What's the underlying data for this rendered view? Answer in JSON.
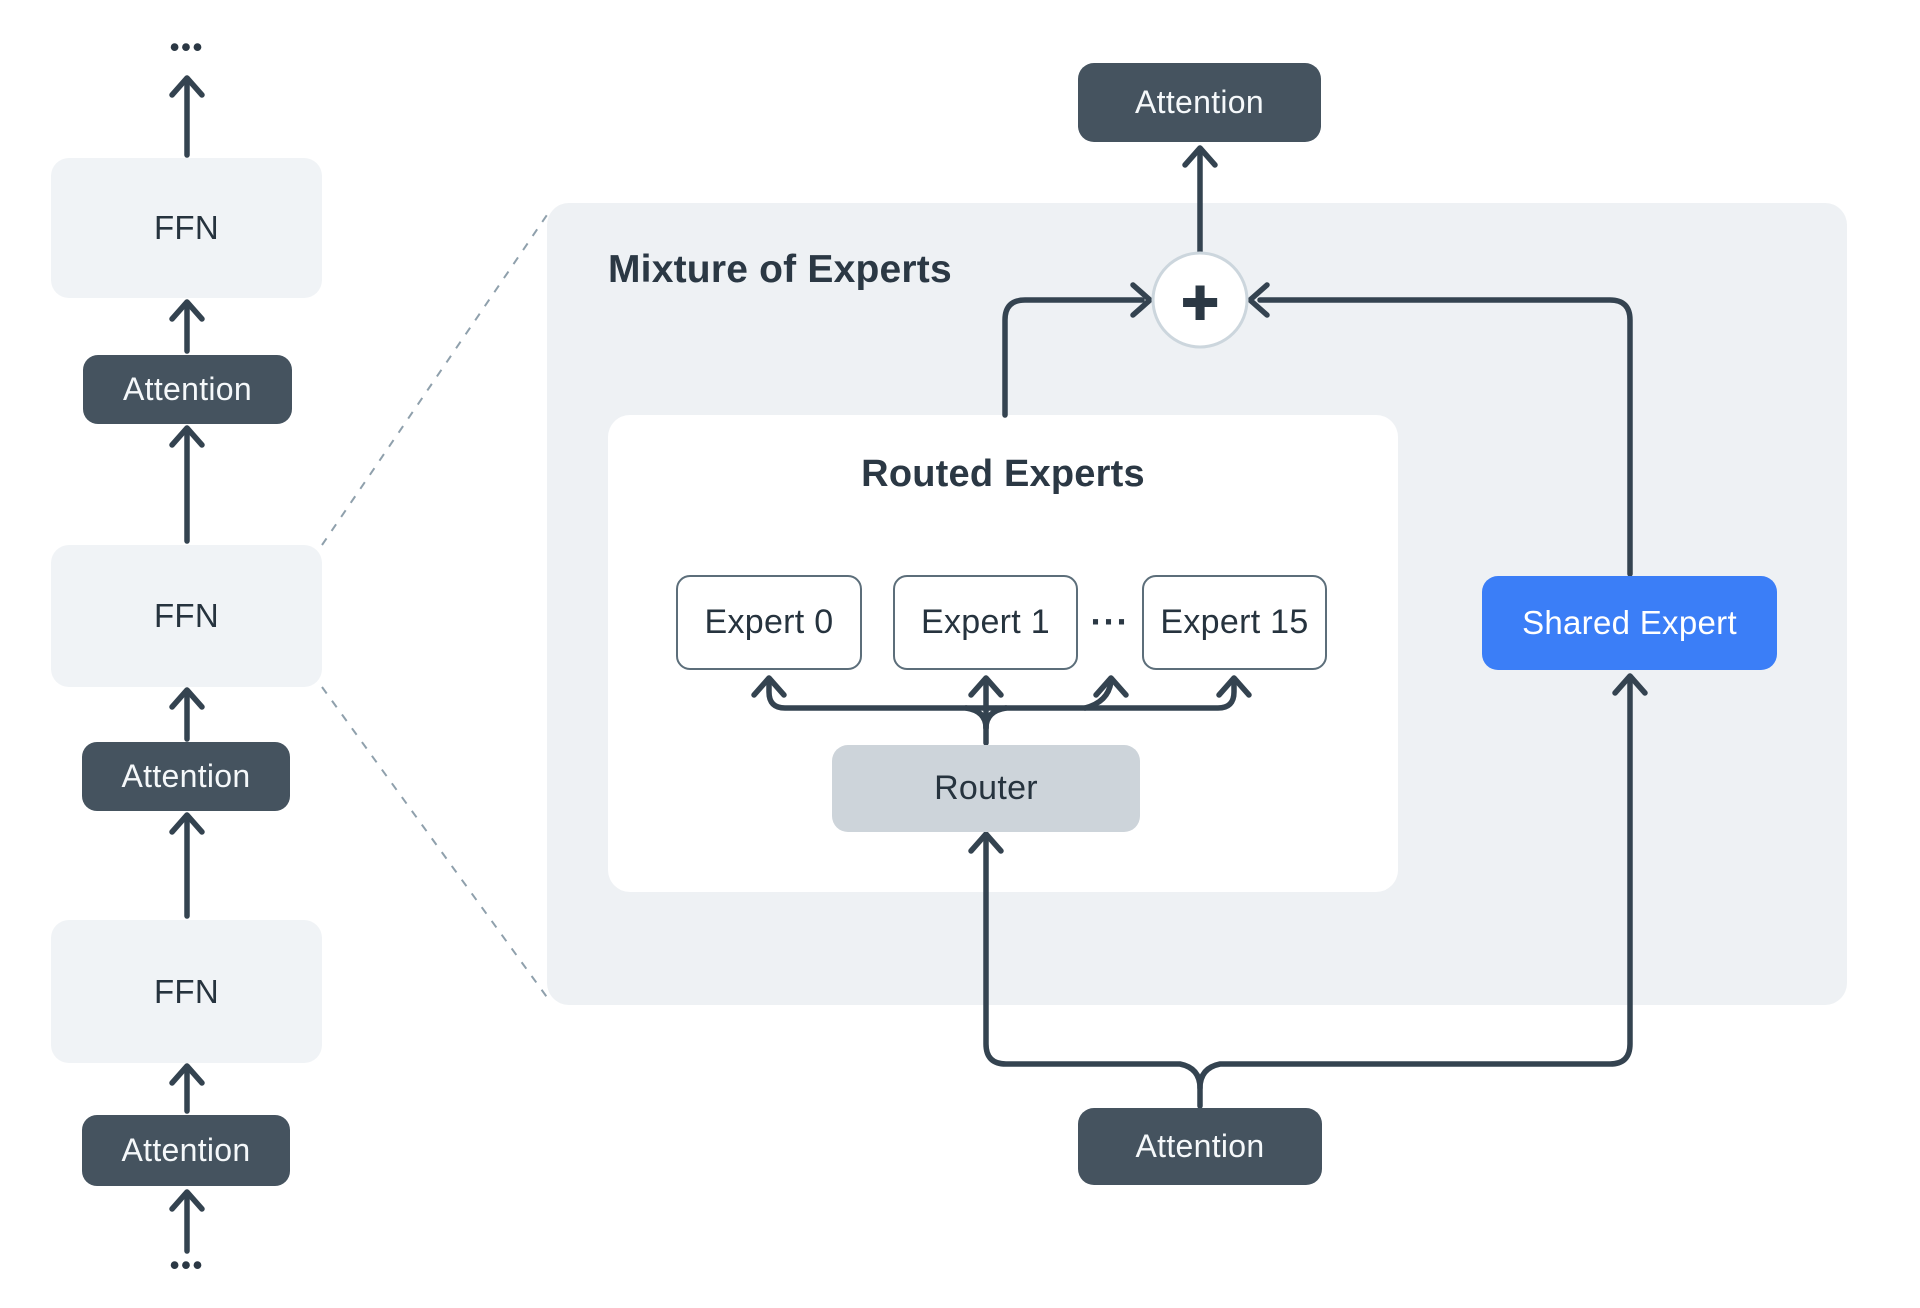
{
  "palette": {
    "dark_box": "#45535f",
    "light_box": "#f0f3f6",
    "moe_bg": "#eef1f4",
    "router_bg": "#cdd4da",
    "shared_blue": "#3b7ef7",
    "line": "#344350",
    "dash": "#8fa0ac",
    "circle_border": "#ccd6dd",
    "text_dark": "#26333e",
    "text_light": "#f5f8fa",
    "expert_border": "#5c6e7a"
  },
  "left_column": {
    "dots_top": "•••",
    "dots_bottom": "•••",
    "blocks": [
      {
        "label": "FFN"
      },
      {
        "label": "Attention"
      },
      {
        "label": "FFN"
      },
      {
        "label": "Attention"
      },
      {
        "label": "FFN"
      },
      {
        "label": "Attention"
      }
    ]
  },
  "moe_panel": {
    "title": "Mixture of Experts",
    "routed_experts": {
      "title": "Routed Experts",
      "experts": [
        {
          "label": "Expert 0"
        },
        {
          "label": "Expert 1"
        },
        {
          "label": "Expert 15"
        }
      ],
      "dots": "···",
      "router": {
        "label": "Router"
      }
    },
    "shared_expert": {
      "label": "Shared Expert"
    },
    "sum_symbol": "+"
  },
  "attention_top": {
    "label": "Attention"
  },
  "attention_bottom": {
    "label": "Attention"
  }
}
